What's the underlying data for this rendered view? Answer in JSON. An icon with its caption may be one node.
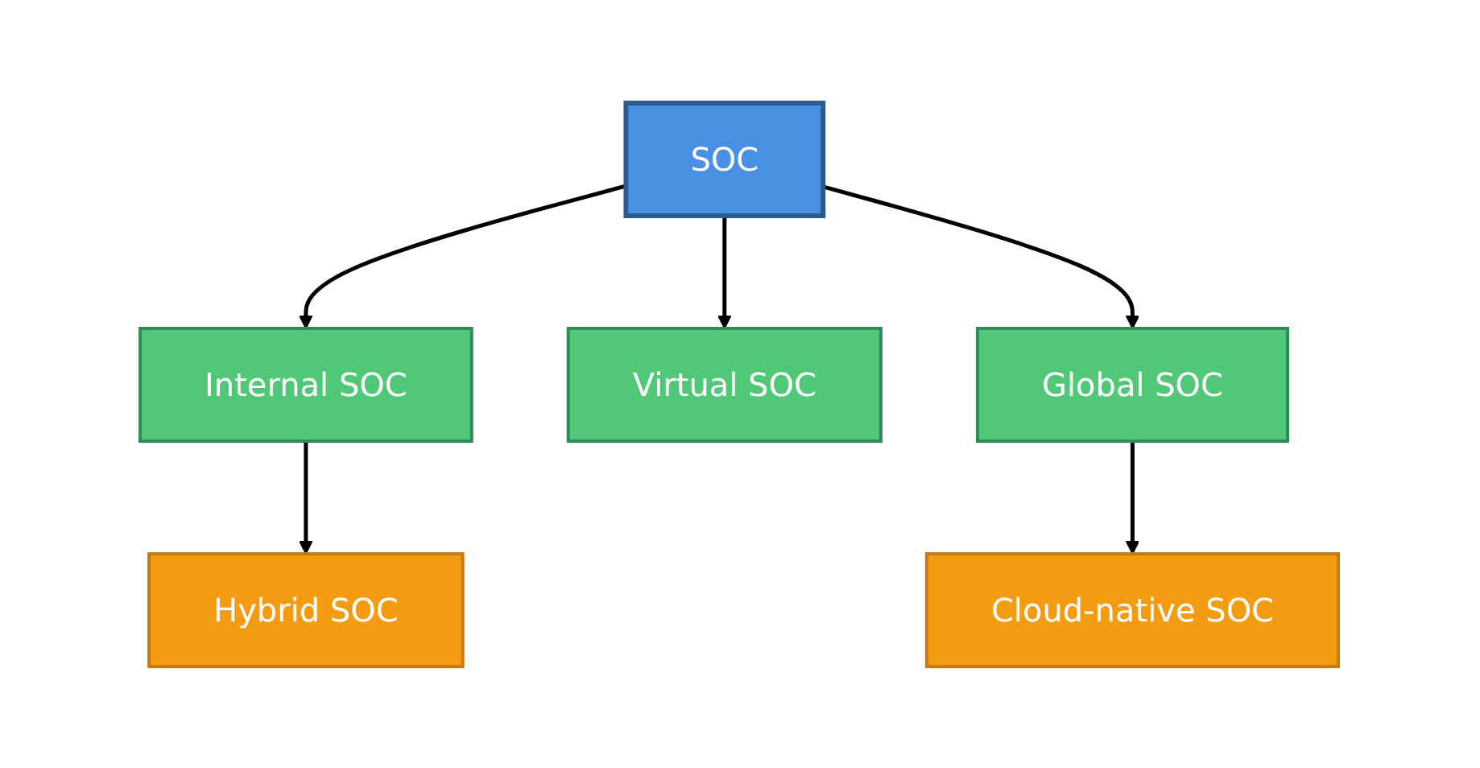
{
  "diagram": {
    "nodes": [
      {
        "text": [
          "SOC"
        ]
      },
      {
        "text": [
          "Internal SOC"
        ]
      },
      {
        "text": [
          "Virtual SOC"
        ]
      },
      {
        "text": [
          "Global SOC"
        ]
      },
      {
        "text": [
          "Hybrid SOC"
        ]
      },
      {
        "text": [
          "Cloud-native SOC"
        ]
      }
    ],
    "edges": [
      {
        "from": 0,
        "to": 1,
        "arrow": "to"
      },
      {
        "from": 0,
        "to": 2,
        "arrow": "to"
      },
      {
        "from": 0,
        "to": 3,
        "arrow": "to"
      },
      {
        "from": 1,
        "to": 4,
        "arrow": "to"
      },
      {
        "from": 3,
        "to": 5,
        "arrow": "to"
      }
    ]
  }
}
